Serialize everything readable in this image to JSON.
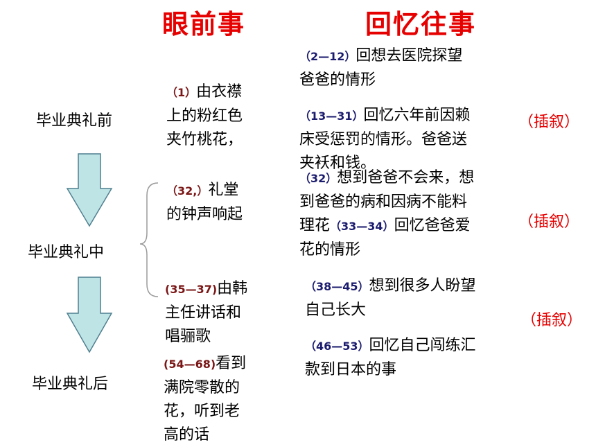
{
  "headers": {
    "present": "眼前事",
    "memory": "回忆往事"
  },
  "stages": {
    "before": "毕业典礼前",
    "during": "毕业典礼中",
    "after": "毕业典礼后"
  },
  "present": {
    "p1": {
      "num": "（1）",
      "text1": "由衣襟",
      "text2": "上的粉红色",
      "text3": "夹竹桃花，"
    },
    "p2": {
      "num": "（32,）",
      "text1": "礼堂",
      "text2": "的钟声响起"
    },
    "p3": {
      "num": "(35—37)",
      "text1": "由韩",
      "text2": "主任讲话和",
      "text3": "唱骊歌"
    },
    "p4": {
      "num": "(54—68)",
      "text1": "看到",
      "text2": "满院零散的",
      "text3": "花，听到老",
      "text4": "高的话"
    }
  },
  "memory": {
    "m1": {
      "num": "（2—12）",
      "text1": "回想去医院探望",
      "text2": "爸爸的情形"
    },
    "m2": {
      "num": "（13—31）",
      "text1": "回忆六年前因赖",
      "text2": "床受惩罚的情形。爸爸送",
      "text3": "夹袄和钱。"
    },
    "m3": {
      "num1": "（32）",
      "text1": "想到爸爸不会来，想",
      "text2": "到爸爸的病和因病不能料",
      "text3a": "理花",
      "num2": "（33—34）",
      "text3b": "回忆爸爸爱",
      "text4": "花的情形"
    },
    "m4": {
      "num": "（38—45）",
      "text1": "想到很多人盼望",
      "text2": "自己长大"
    },
    "m5": {
      "num": "（46—53）",
      "text1": "回忆自己闯练汇",
      "text2": "款到日本的事"
    }
  },
  "inserts": {
    "label1": "（插叙）",
    "label2": "（插叙）",
    "label3": "（插叙）"
  },
  "colors": {
    "heading": "#e60000",
    "insert": "#e60000",
    "number_navy": "#1a1a6e",
    "number_maroon": "#7a1616",
    "arrow_fill": "#bfe4e6",
    "arrow_stroke": "#4f7f8f",
    "brace": "#9a9a9a"
  }
}
